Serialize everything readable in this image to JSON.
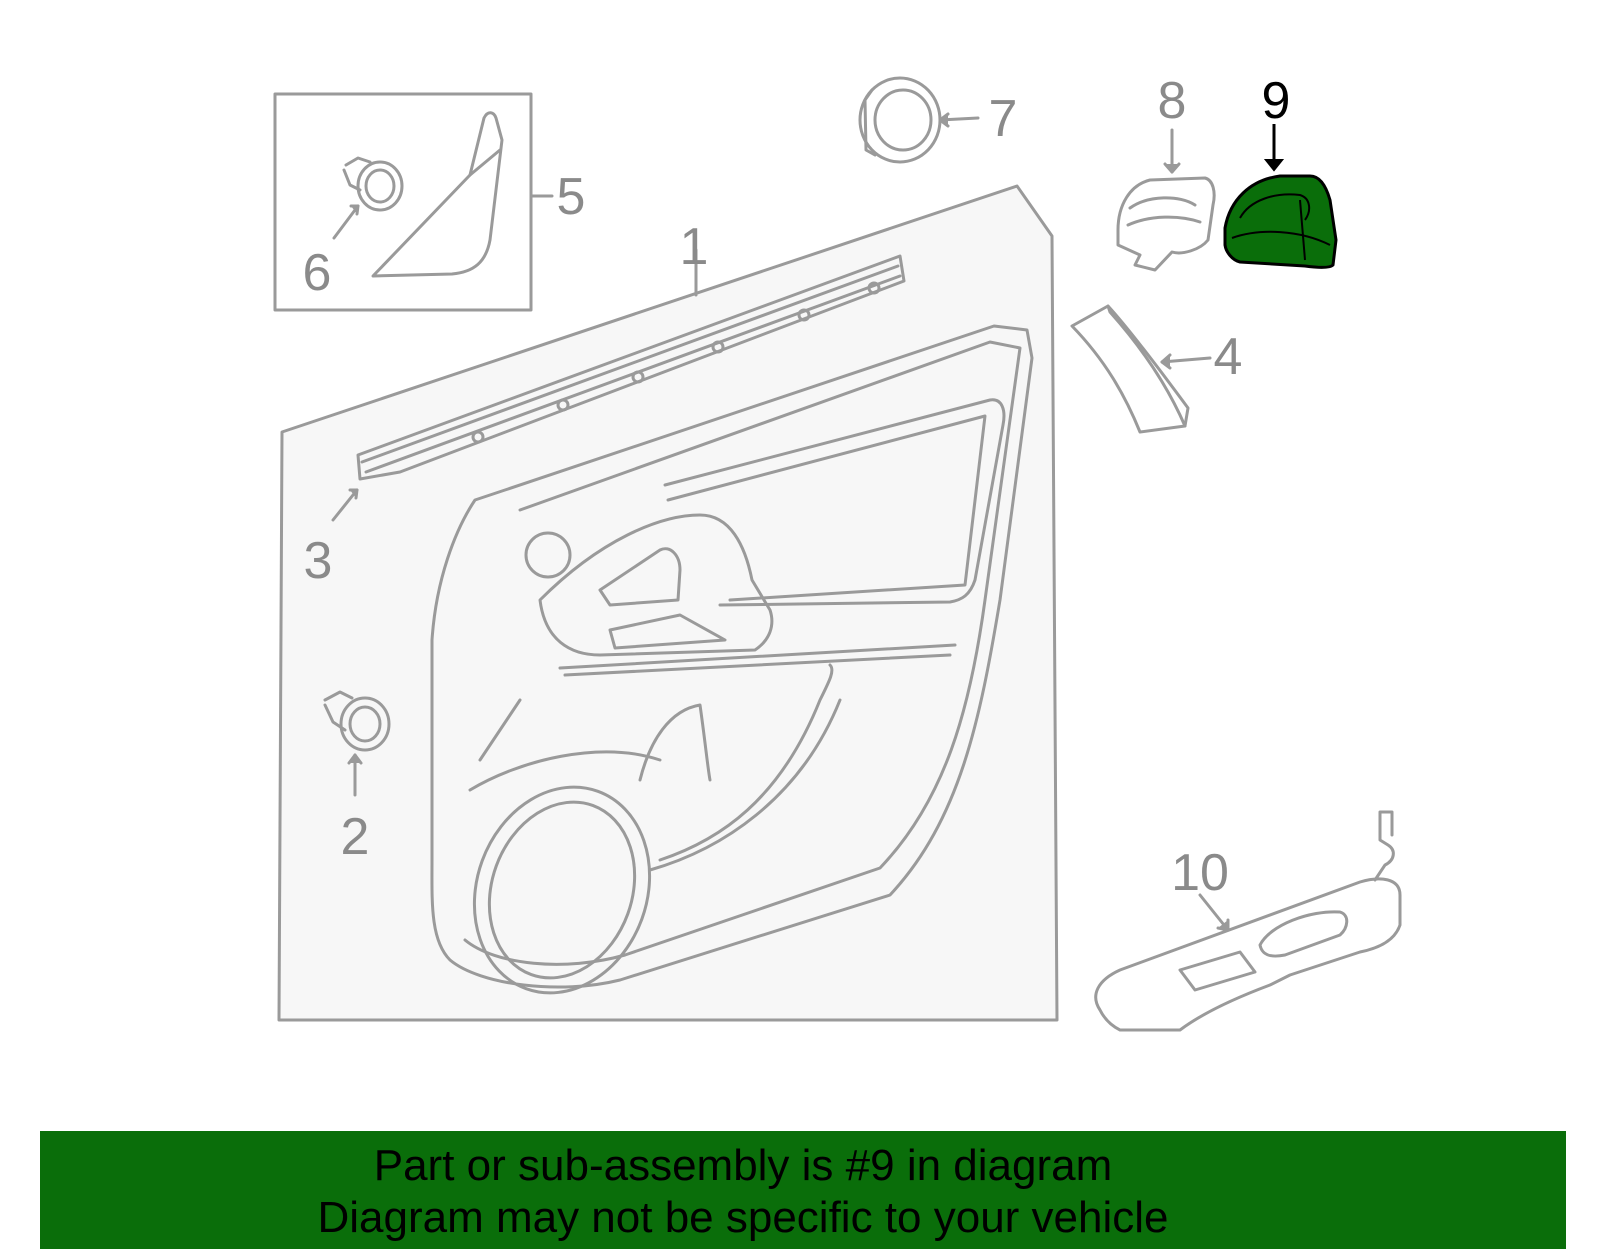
{
  "diagram": {
    "callouts": {
      "c1": "1",
      "c2": "2",
      "c3": "3",
      "c4": "4",
      "c5": "5",
      "c6": "6",
      "c7": "7",
      "c8": "8",
      "c9": "9",
      "c10": "10"
    },
    "highlighted_part": "9",
    "highlight_color": "#0a6e0a",
    "line_color": "#9a9a9a"
  },
  "banner": {
    "line1": "Part or sub-assembly is #9 in diagram",
    "line2": "Diagram may not be specific to your vehicle",
    "background": "#0a6e0a"
  }
}
